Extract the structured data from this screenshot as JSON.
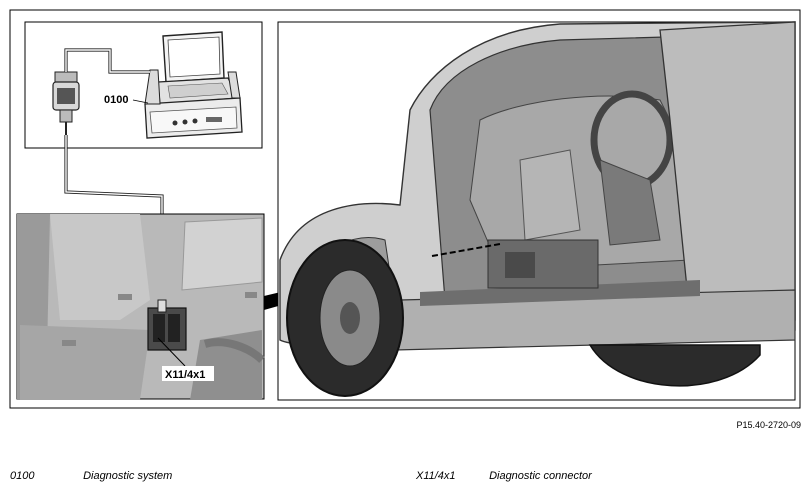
{
  "figure": {
    "callouts": {
      "diagnostic_system": "0100",
      "diagnostic_connector": "X11/4x1"
    },
    "figure_ref": "P15.40-2720-09"
  },
  "legend": [
    {
      "code": "0100",
      "text": "Diagnostic system"
    },
    {
      "code": "X11/4x1",
      "text": "Diagnostic connector"
    }
  ]
}
